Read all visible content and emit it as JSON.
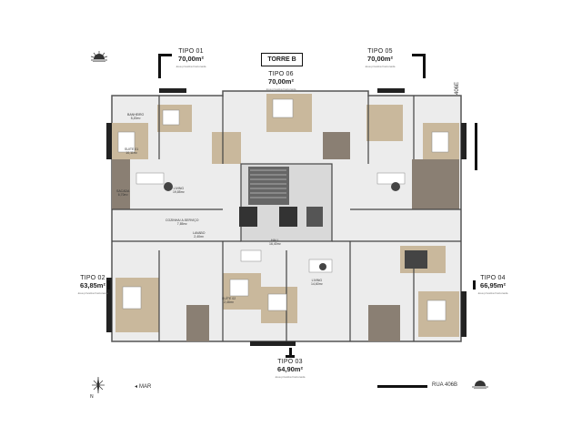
{
  "header": {
    "torre": "TORRE B"
  },
  "units": {
    "tipo01": {
      "name": "TIPO 01",
      "area": "70,00m²",
      "sub": "área privativa fracionada"
    },
    "tipo05": {
      "name": "TIPO 05",
      "area": "70,00m²",
      "sub": "área privativa fracionada"
    },
    "tipo06": {
      "name": "TIPO 06",
      "area": "70,00m²",
      "sub": "área privativa fracionada"
    },
    "tipo02": {
      "name": "TIPO 02",
      "area": "63,85m²",
      "sub": "área privativa fracionada"
    },
    "tipo04": {
      "name": "TIPO 04",
      "area": "66,95m²",
      "sub": "área privativa fracionada"
    },
    "tipo03": {
      "name": "TIPO 03",
      "area": "64,90m²",
      "sub": "área privativa fracionada"
    }
  },
  "streets": {
    "right": "RUA 406E",
    "bottom": "RUA 406B",
    "sea": "MAR"
  },
  "rooms": {
    "banheiro": "BANHEIRO",
    "suite01": "SUITE 01",
    "suite02": "SUÍTE 02",
    "living": "LIVING",
    "sacada": "SACADA",
    "cozinha": "COZINHA/ A.SERVIÇO",
    "lavabo": "LAVABO",
    "hall": "HALL",
    "area1": "5,20m²",
    "area2": "10,11m²",
    "area3": "19,85m²",
    "area4": "6,70m²",
    "area5": "7,85m²",
    "area6": "16,40m²",
    "area7": "2,40m²",
    "area8": "2,46m²",
    "area9": "14,60m²"
  }
}
